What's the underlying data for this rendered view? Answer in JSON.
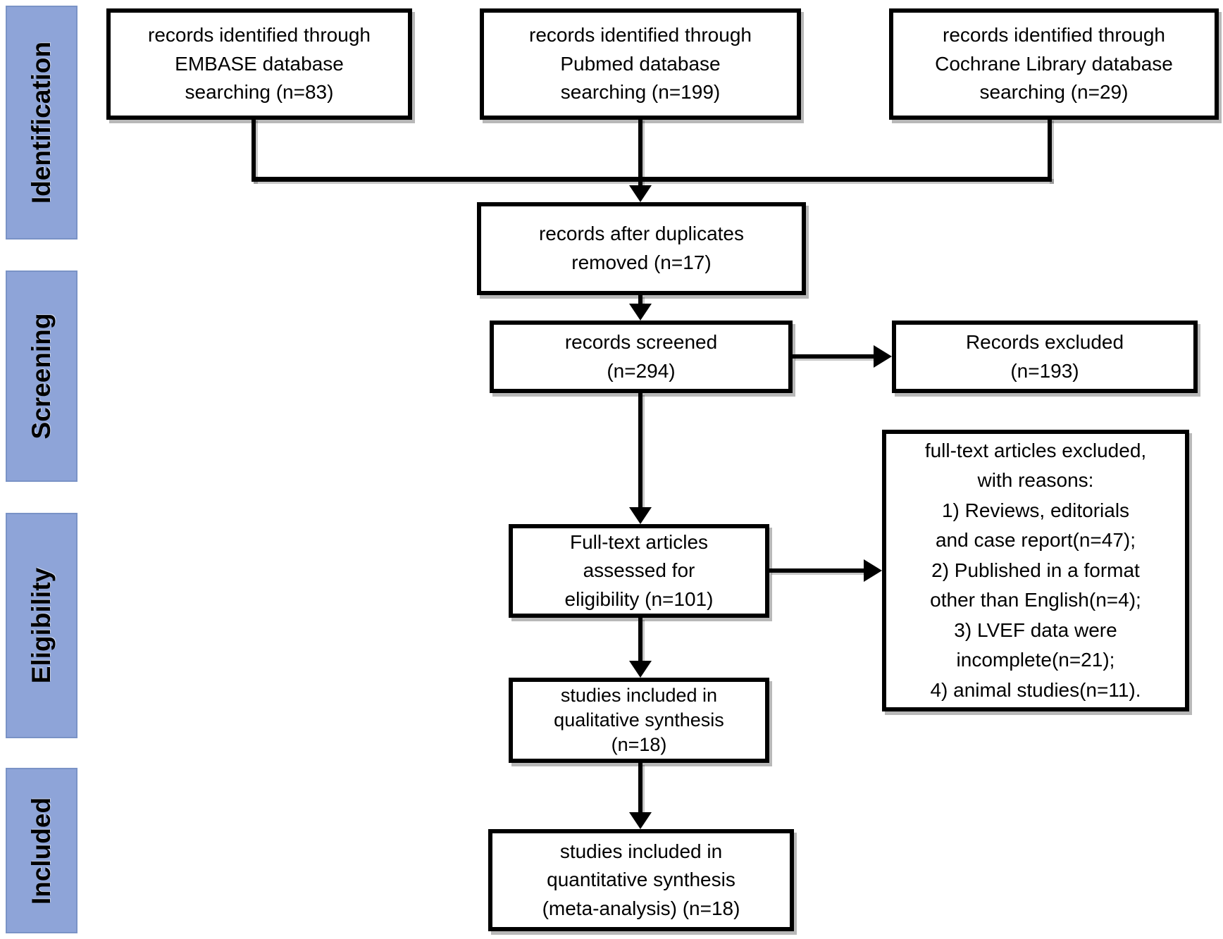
{
  "figure": {
    "background_color": "#FFFFFF",
    "box_fill_color": "#FFFFFF",
    "box_border_color": "#000000",
    "connector_color": "#000000",
    "stage_band_color": "#8EA4D8",
    "stage_band_border_color": "#7A93C6"
  },
  "sidebar": {
    "stages": [
      "Identification",
      "Screening",
      "Eligibility",
      "Included"
    ]
  },
  "flow": {
    "identification": {
      "embase": [
        "records identified through",
        "EMBASE database",
        "searching (n=83)"
      ],
      "pubmed": [
        "records identified through",
        "Pubmed database",
        "searching (n=199)"
      ],
      "cochrane": [
        "records identified through",
        "Cochrane Library database",
        "searching (n=29)"
      ]
    },
    "duplicates_removed": [
      "records after duplicates",
      "removed (n=17)"
    ],
    "records_screened": [
      "records screened",
      "(n=294)"
    ],
    "records_excluded": [
      "Records excluded",
      "(n=193)"
    ],
    "fulltext_assessed": [
      "Full-text articles",
      "assessed for",
      "eligibility (n=101)"
    ],
    "fulltext_excluded_reasons": [
      "full-text articles excluded,",
      "with reasons:",
      "1) Reviews, editorials",
      "and case report(n=47);",
      "2) Published in a format",
      "other than English(n=4);",
      "3) LVEF data were",
      "incomplete(n=21);",
      "4) animal studies(n=11)."
    ],
    "qualitative_synthesis": [
      "studies included in",
      "qualitative synthesis",
      "(n=18)"
    ],
    "quantitative_synthesis": [
      "studies included in",
      "quantitative synthesis",
      "(meta-analysis) (n=18)"
    ]
  }
}
